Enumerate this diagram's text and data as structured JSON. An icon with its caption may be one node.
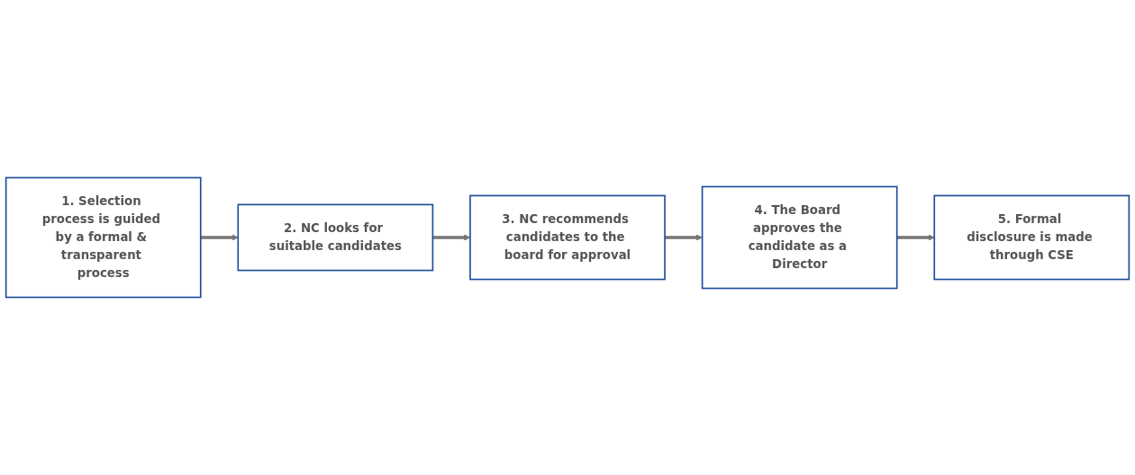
{
  "diagram": {
    "nodes": [
      {
        "text": [
          "1. Selection process is guided by a formal & transparent process"
        ]
      },
      {
        "text": [
          "2. NC looks for suitable candidates"
        ]
      },
      {
        "text": [
          "3. NC recommends candidates to the board for approval"
        ]
      },
      {
        "text": [
          "4. The Board approves the candidate as a Director"
        ]
      },
      {
        "text": [
          "5. Formal disclosure is made through CSE"
        ]
      }
    ],
    "edges": [
      {
        "from": 0,
        "to": 1,
        "arrow": "to"
      },
      {
        "from": 1,
        "to": 2,
        "arrow": "to"
      },
      {
        "from": 2,
        "to": 3,
        "arrow": "to"
      },
      {
        "from": 3,
        "to": 4,
        "arrow": "to"
      }
    ]
  }
}
